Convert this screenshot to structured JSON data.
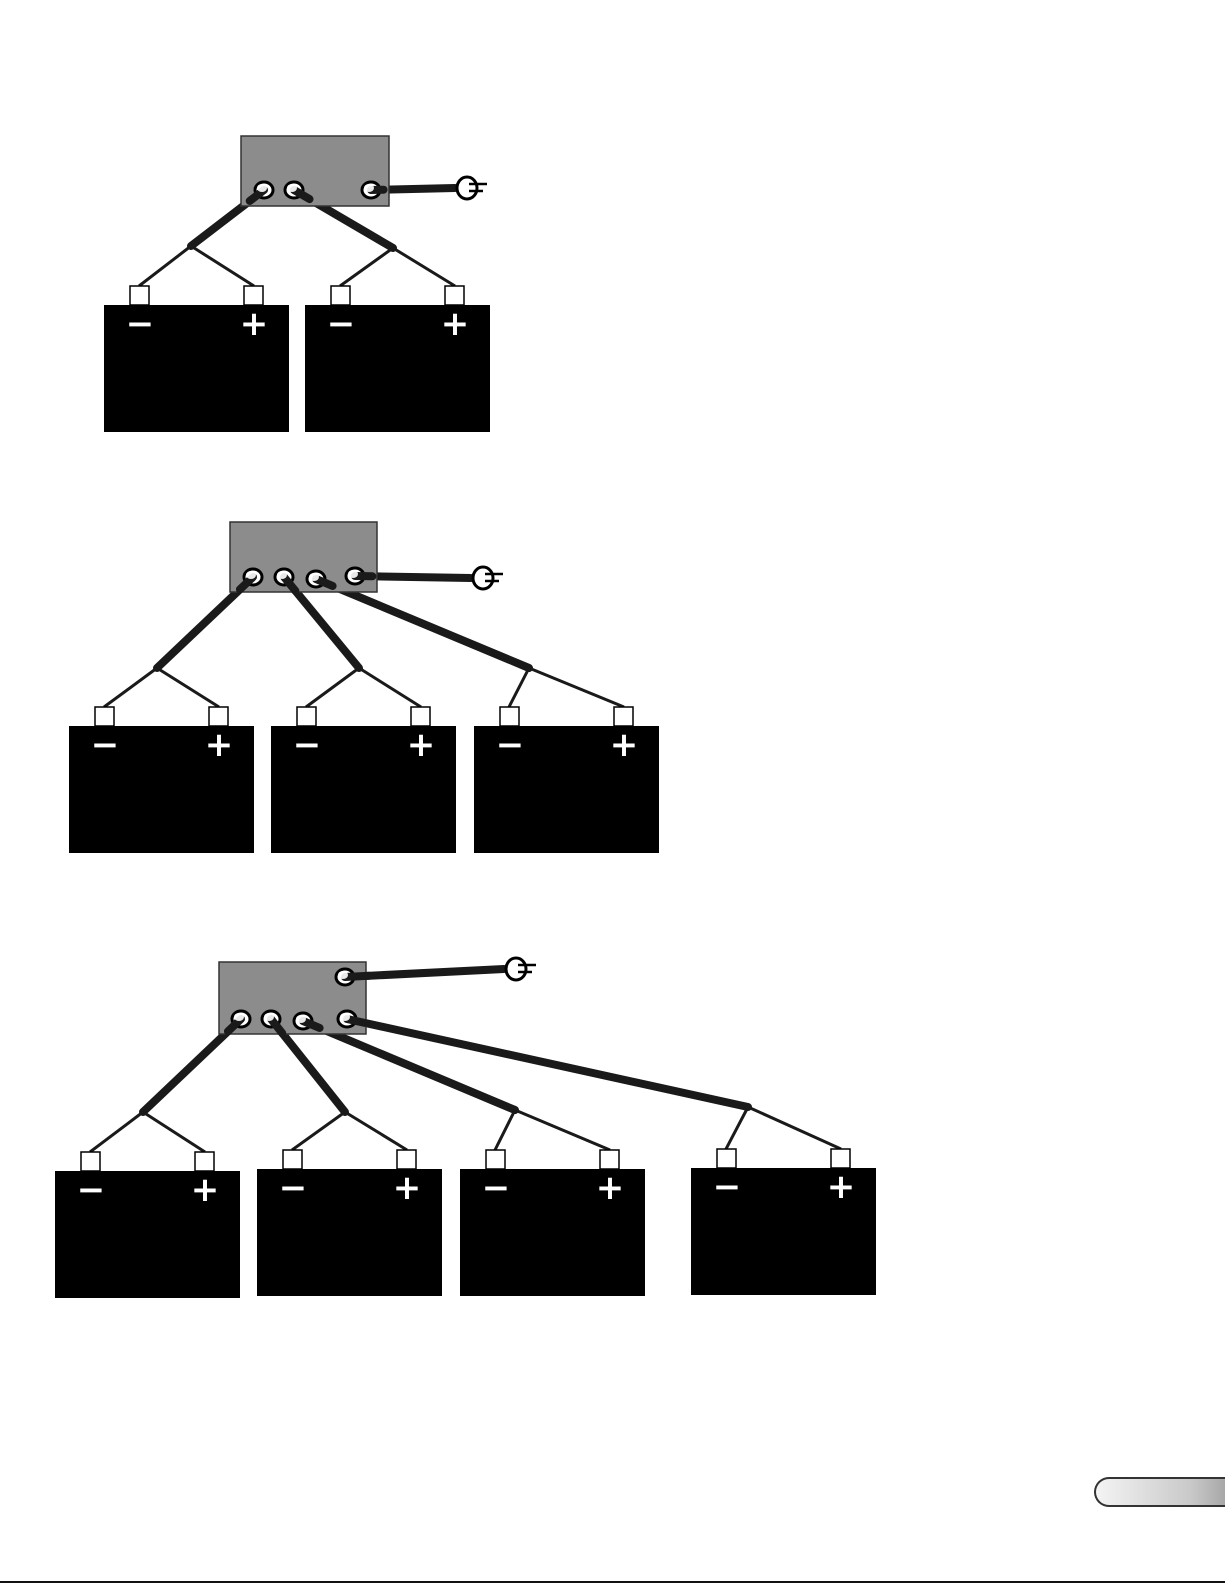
{
  "diagram": {
    "panels": [
      {
        "name": "two-battery-wiring",
        "battery_count": 2,
        "terminal_labels": {
          "negative": "−",
          "positive": "+"
        }
      },
      {
        "name": "three-battery-wiring",
        "battery_count": 3,
        "terminal_labels": {
          "negative": "−",
          "positive": "+"
        }
      },
      {
        "name": "four-battery-wiring",
        "battery_count": 4,
        "terminal_labels": {
          "negative": "−",
          "positive": "+"
        }
      }
    ],
    "icons": [
      "battery-icon",
      "connector-block-icon",
      "cable-plug-icon",
      "page-tab-icon"
    ],
    "colors": {
      "battery": "#000000",
      "connector_block": "#8c8c8c",
      "cable": "#1a1a1a",
      "terminal": "#ffffff",
      "socket": "#ffffff"
    }
  }
}
